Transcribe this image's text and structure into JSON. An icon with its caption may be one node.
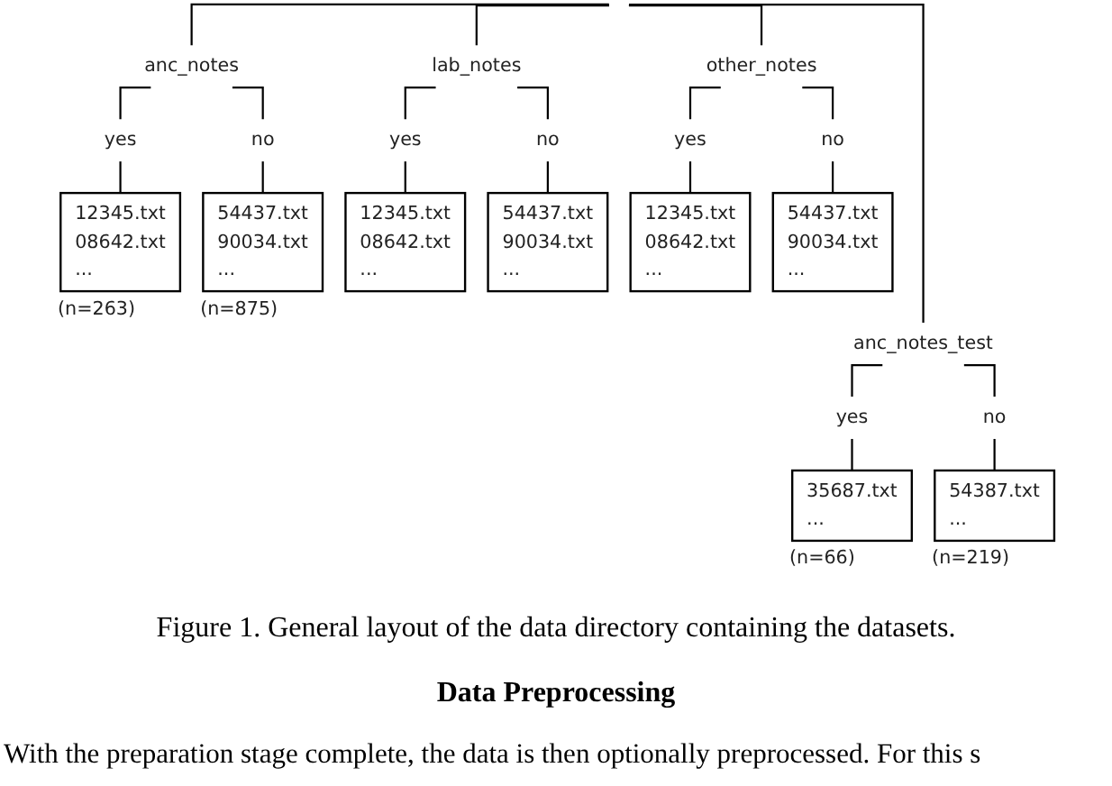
{
  "diagram": {
    "caption": "Figure 1. General layout of the data directory containing the datasets.",
    "nodes": [
      {
        "text": [
          "anc_notes"
        ]
      },
      {
        "text": [
          "yes"
        ]
      },
      {
        "text": [
          "no"
        ]
      },
      {
        "text": [
          "12345.txt",
          "08642.txt",
          "..."
        ],
        "beside": [
          "(n=263)"
        ]
      },
      {
        "text": [
          "54437.txt",
          "90034.txt",
          "..."
        ],
        "beside": [
          "(n=875)"
        ]
      },
      {
        "text": [
          "anc_notes_test"
        ]
      },
      {
        "text": [
          "yes"
        ]
      },
      {
        "text": [
          "no"
        ]
      },
      {
        "text": [
          "35687.txt",
          "..."
        ],
        "beside": [
          "(n=66)"
        ]
      },
      {
        "text": [
          "54387.txt",
          "..."
        ],
        "beside": [
          "(n=219)"
        ]
      },
      {
        "text": [
          "lab_notes"
        ]
      },
      {
        "text": [
          "yes"
        ]
      },
      {
        "text": [
          "no"
        ]
      },
      {
        "text": [
          "12345.txt",
          "08642.txt",
          "..."
        ]
      },
      {
        "text": [
          "54437.txt",
          "90034.txt",
          "..."
        ]
      },
      {
        "text": [
          "other_notes"
        ]
      },
      {
        "text": [
          "yes"
        ]
      },
      {
        "text": [
          "no"
        ]
      },
      {
        "text": [
          "12345.txt",
          "08642.txt",
          "..."
        ]
      },
      {
        "text": [
          "54437.txt",
          "90034.txt",
          "..."
        ]
      }
    ],
    "edges": [
      {
        "from": null,
        "to": 0,
        "arrow": "none"
      },
      {
        "from": null,
        "to": 5,
        "arrow": "none"
      },
      {
        "from": null,
        "to": 10,
        "arrow": "none"
      },
      {
        "from": null,
        "to": 15,
        "arrow": "none"
      },
      {
        "from": 0,
        "to": 1,
        "arrow": "none"
      },
      {
        "from": 0,
        "to": 2,
        "arrow": "none"
      },
      {
        "from": 1,
        "to": 3,
        "arrow": "none"
      },
      {
        "from": 2,
        "to": 4,
        "arrow": "none"
      },
      {
        "from": 5,
        "to": 6,
        "arrow": "none"
      },
      {
        "from": 5,
        "to": 7,
        "arrow": "none"
      },
      {
        "from": 6,
        "to": 8,
        "arrow": "none"
      },
      {
        "from": 7,
        "to": 9,
        "arrow": "none"
      },
      {
        "from": 10,
        "to": 11,
        "arrow": "none"
      },
      {
        "from": 10,
        "to": 12,
        "arrow": "none"
      },
      {
        "from": 11,
        "to": 13,
        "arrow": "none"
      },
      {
        "from": 12,
        "to": 14,
        "arrow": "none"
      },
      {
        "from": 15,
        "to": 16,
        "arrow": "none"
      },
      {
        "from": 15,
        "to": 17,
        "arrow": "none"
      },
      {
        "from": 16,
        "to": 18,
        "arrow": "none"
      },
      {
        "from": 17,
        "to": 19,
        "arrow": "none"
      }
    ],
    "labels": [
      "Data Preprocessing",
      "With the preparation stage complete, the data is then optionally preprocessed. For this s"
    ]
  }
}
